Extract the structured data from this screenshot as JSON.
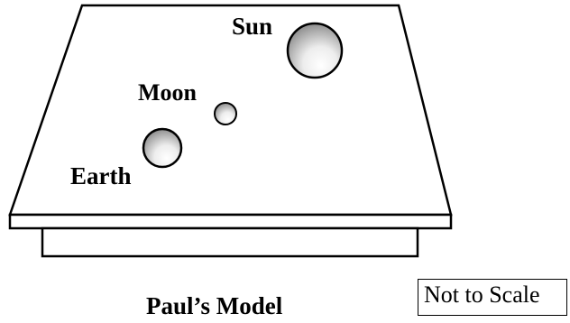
{
  "labels": {
    "sun": "Sun",
    "moon": "Moon",
    "earth": "Earth"
  },
  "caption": "Paul’s Model",
  "note": "Not to Scale",
  "colors": {
    "line": "#000000",
    "background": "#ffffff",
    "sphere_highlight": "#ffffff",
    "sphere_shadow": "#8f8f8f"
  }
}
